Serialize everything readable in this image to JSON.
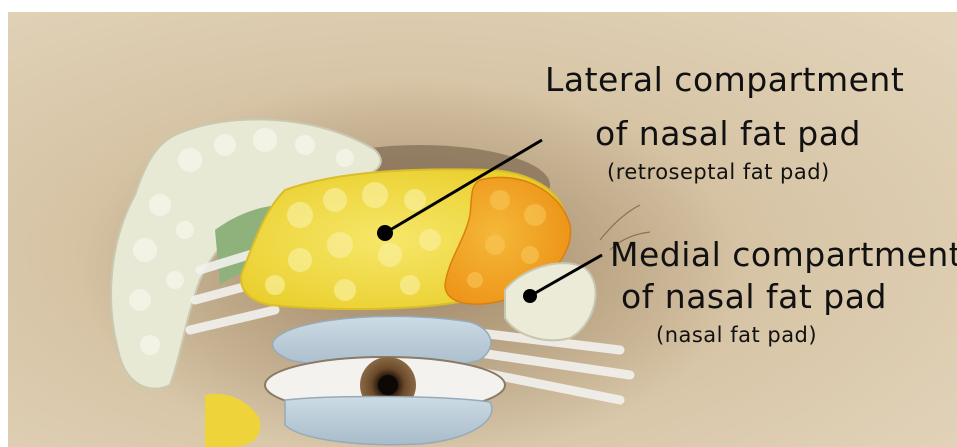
{
  "labels": {
    "lateral_line1": "Lateral compartment",
    "lateral_line2": "of nasal fat pad",
    "lateral_note": "(retroseptal fat pad)",
    "medial_line1": "Medial compartment",
    "medial_line2": "of nasal fat pad",
    "medial_note": "(nasal fat pad)"
  },
  "colors": {
    "background_skin": "#d9c7ab",
    "lateral_fat": "#f3dd3c",
    "retroseptal_orange": "#f0a020",
    "medial_fat": "#ecebd8",
    "gland_white": "#e9ead8",
    "tendon_blue": "#b9cbd6",
    "green_tissue": "#8fb27c",
    "iris": "#6b4a2a"
  }
}
